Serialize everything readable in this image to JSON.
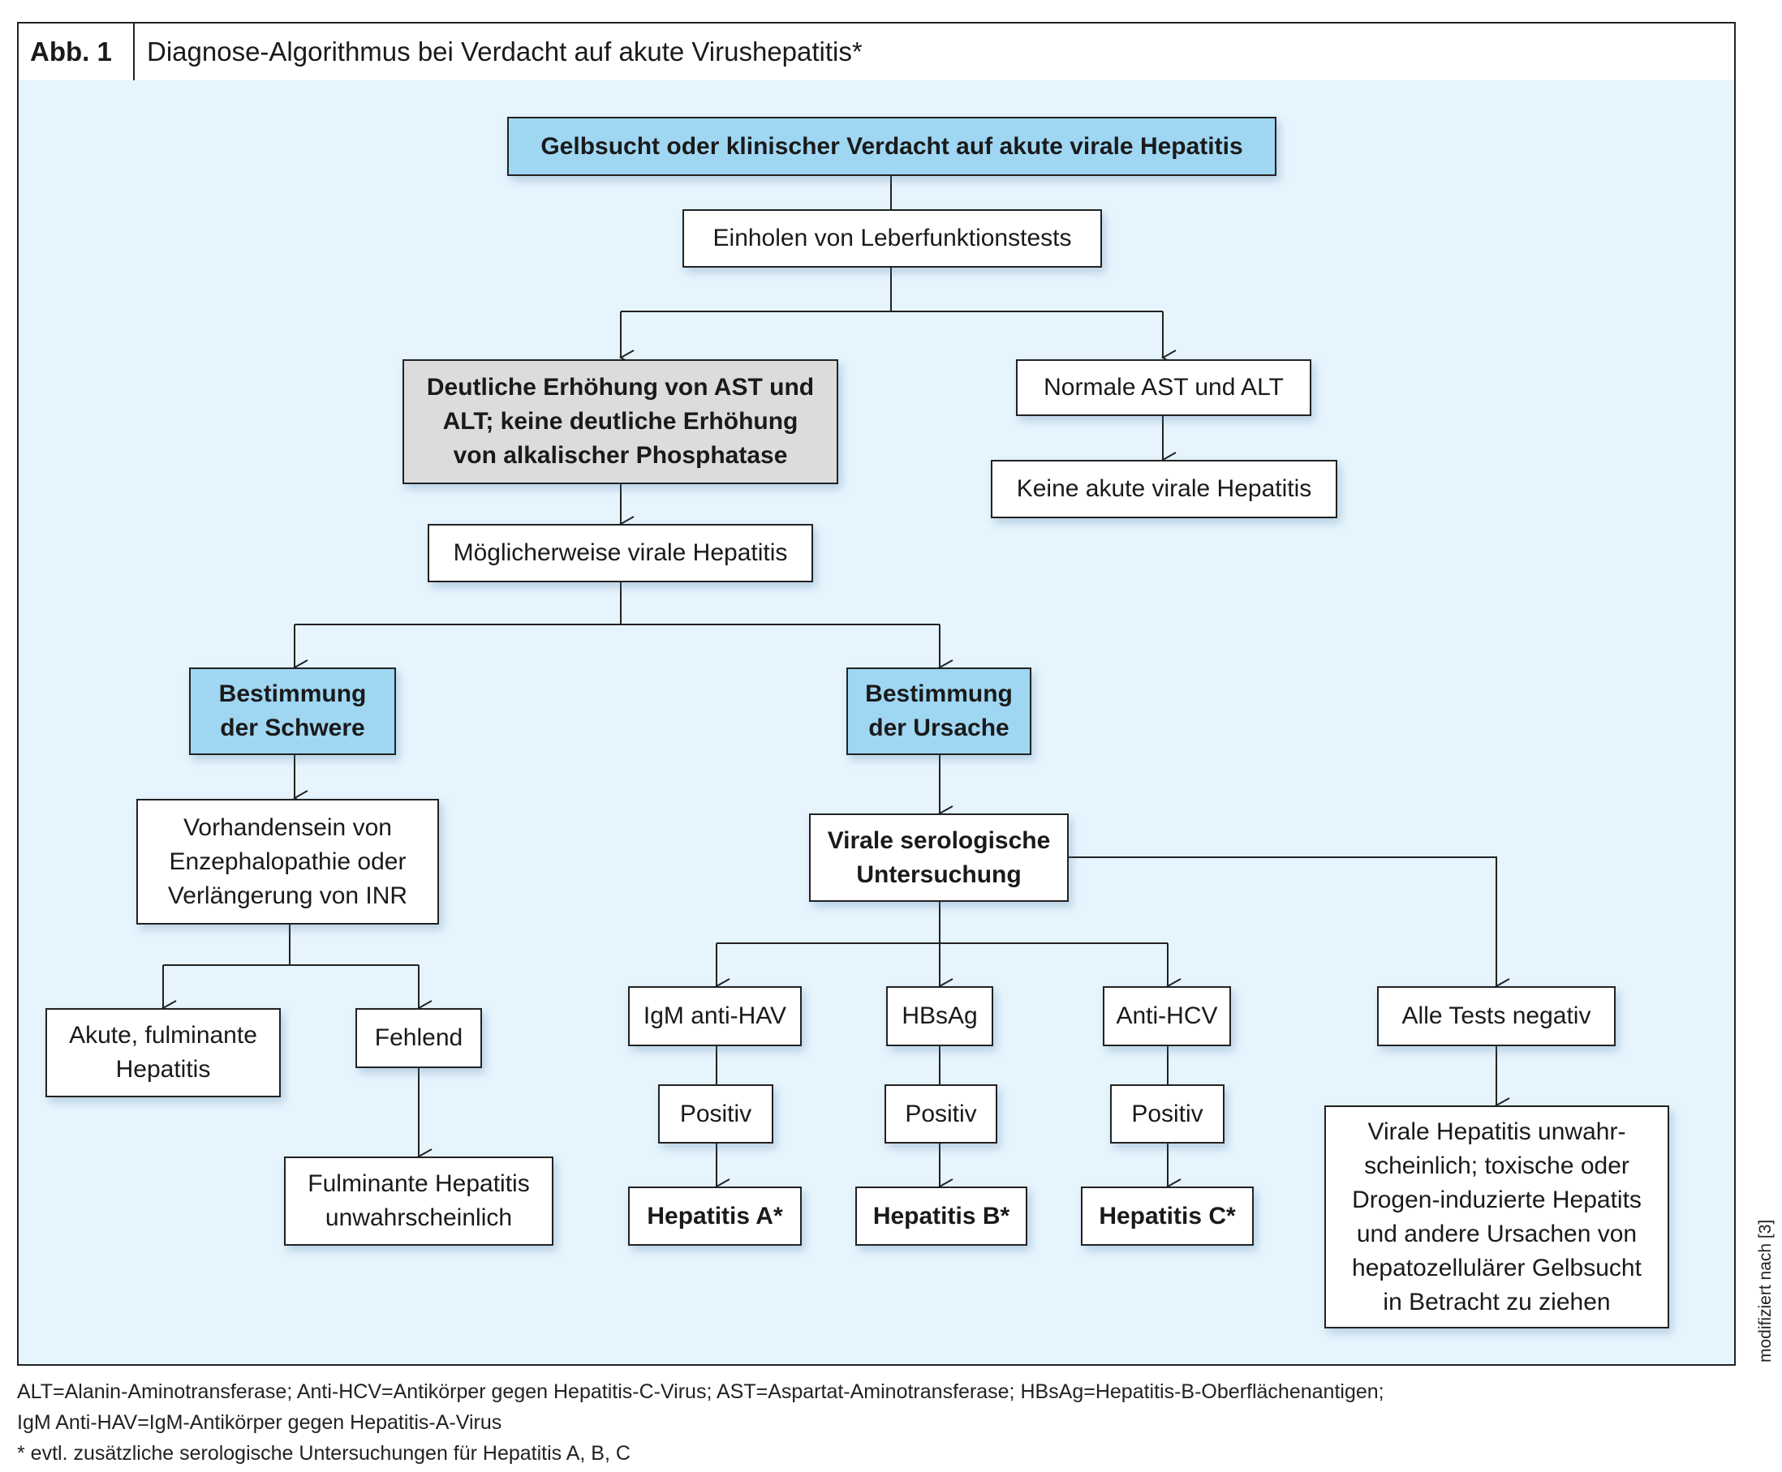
{
  "figure": {
    "label": "Abb. 1",
    "title": "Diagnose-Algorithmus bei Verdacht auf akute Virushepatitis*"
  },
  "nodes": {
    "start": "Gelbsucht oder klinischer Verdacht auf akute virale Hepatitis",
    "liver_tests": "Einholen von Leberfunktionstests",
    "elevated_ast_alt": "Deutliche Erhöhung von AST und\nALT; keine deutliche Erhöhung\nvon alkalischer Phosphatase",
    "normal_ast_alt": "Normale AST und ALT",
    "no_acute_hepatitis": "Keine akute virale Hepatitis",
    "possible_viral": "Möglicherweise virale Hepatitis",
    "severity": "Bestimmung\nder Schwere",
    "cause": "Bestimmung\nder Ursache",
    "encephalopathy": "Vorhandensein von\nEnzephalopathie oder\nVerlängerung von INR",
    "acute_fulminant": "Akute, fulminante\nHepatitis",
    "absent": "Fehlend",
    "fulminant_unlikely": "Fulminante Hepatitis\nunwahrscheinlich",
    "serology": "Virale serologische\nUntersuchung",
    "igm_anti_hav": "IgM anti-HAV",
    "hbsag": "HBsAg",
    "anti_hcv": "Anti-HCV",
    "all_negative": "Alle Tests negativ",
    "positive_a": "Positiv",
    "positive_b": "Positiv",
    "positive_c": "Positiv",
    "hepatitis_a": "Hepatitis A*",
    "hepatitis_b": "Hepatitis B*",
    "hepatitis_c": "Hepatitis C*",
    "viral_unlikely": "Virale Hepatitis unwahr-\nscheinlich; toxische oder\nDrogen-induzierte Hepatits\nund andere Ursachen von\nhepatozellulärer Gelbsucht\nin Betracht zu ziehen"
  },
  "side_note": "modifiziert nach [3]",
  "footnotes": {
    "abbreviations": "ALT=Alanin-Aminotransferase; Anti-HCV=Antikörper gegen Hepatitis-C-Virus; AST=Aspartat-Aminotransferase; HBsAg=Hepatitis-B-Oberflächenantigen;\nIgM Anti-HAV=IgM-Antikörper gegen Hepatitis-A-Virus",
    "asterisk": "* evtl. zusätzliche serologische Untersuchungen für Hepatitis A, B, C"
  },
  "colors": {
    "panel_background": "#e6f4fd",
    "highlight_blue": "#9fd7f3",
    "highlight_grey": "#dcdcdc",
    "line": "#222222"
  }
}
